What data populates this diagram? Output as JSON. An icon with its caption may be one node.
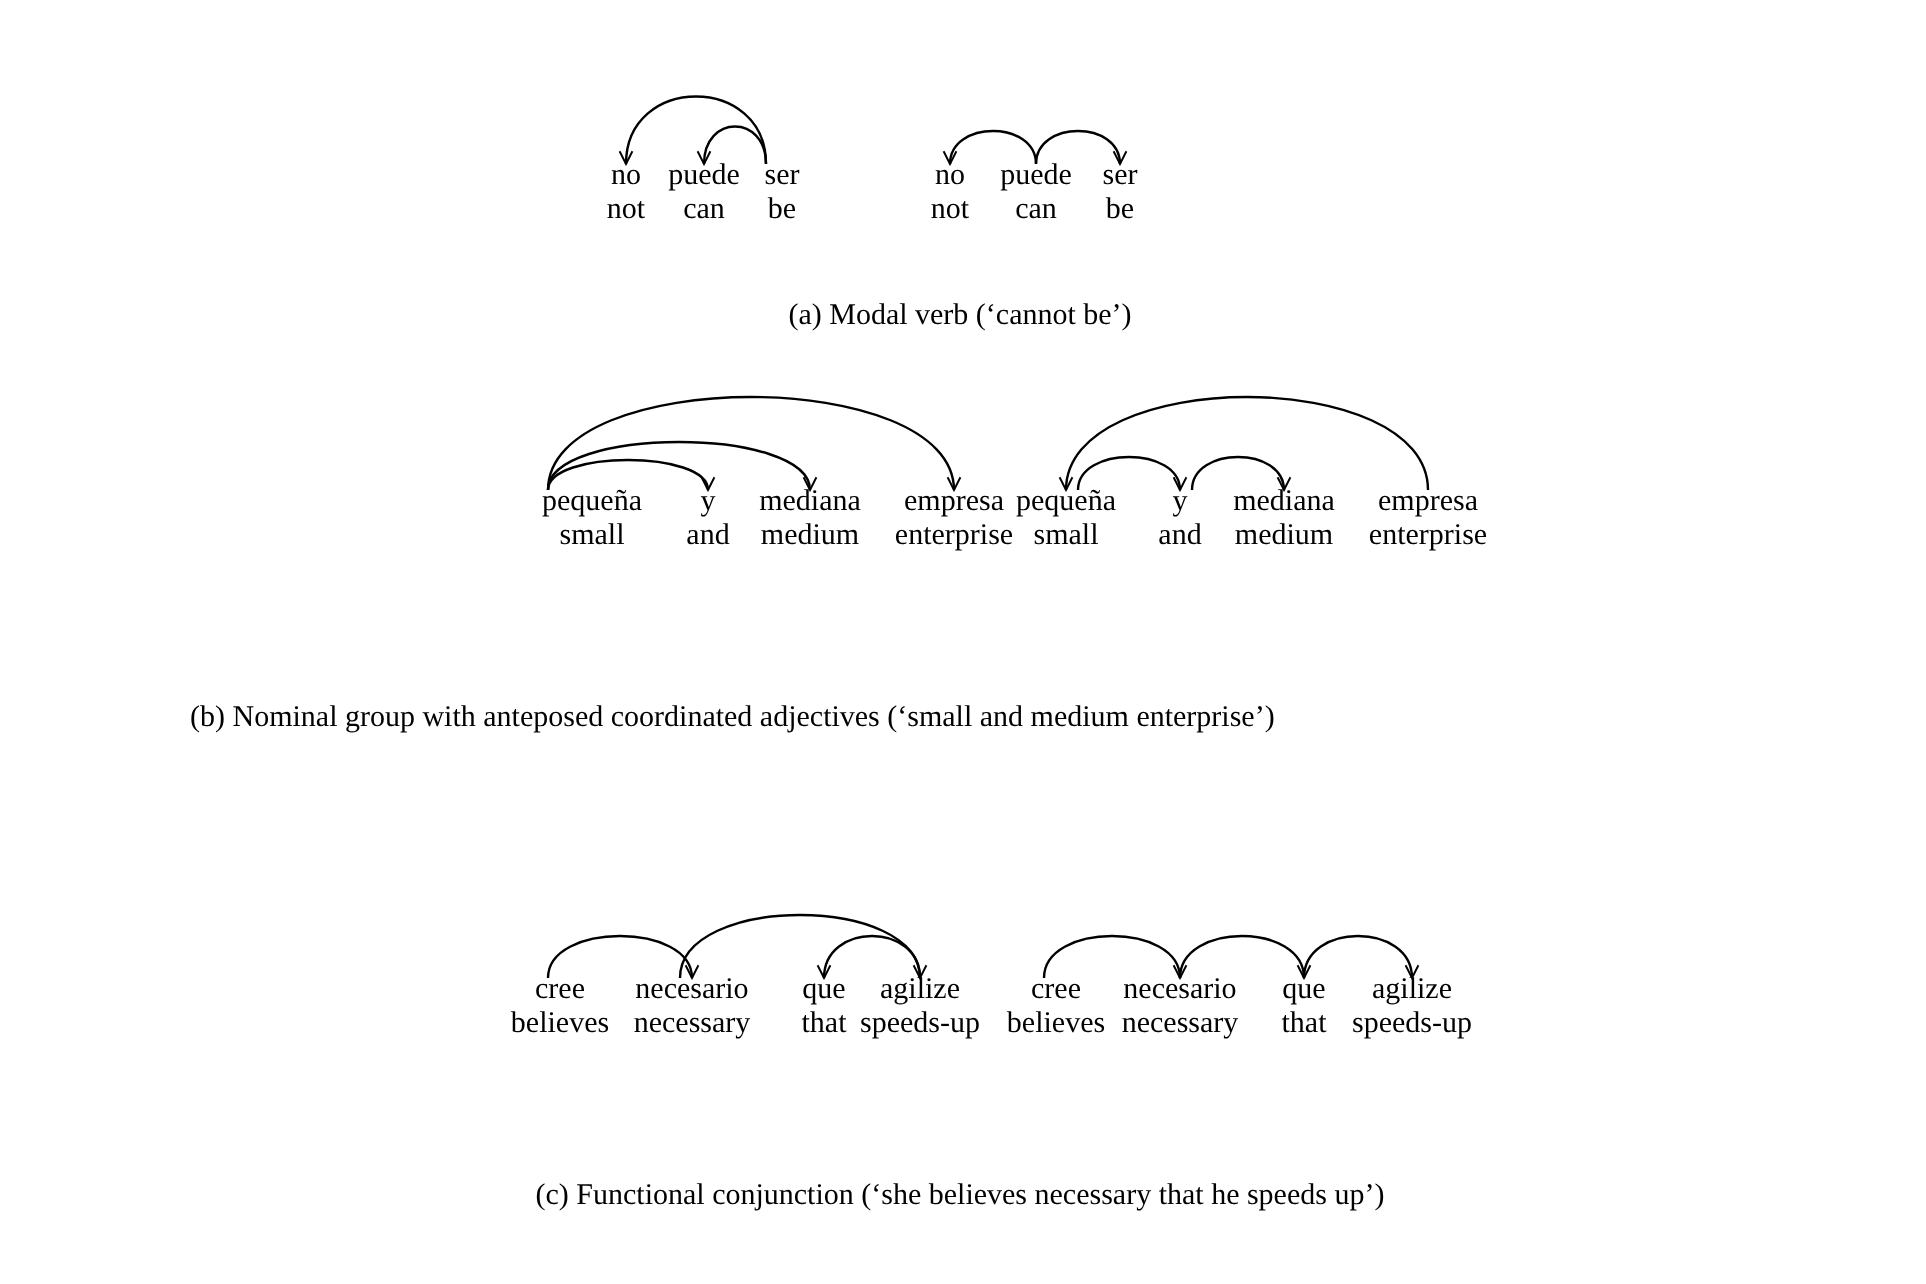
{
  "diagram": {
    "nodes": [
      {
        "text": [
          "no",
          "not"
        ]
      },
      {
        "text": [
          "puede",
          "can"
        ]
      },
      {
        "text": [
          "ser",
          "be"
        ]
      },
      {
        "text": [
          "no",
          "not"
        ]
      },
      {
        "text": [
          "puede",
          "can"
        ]
      },
      {
        "text": [
          "ser",
          "be"
        ]
      },
      {
        "text": [
          "pequeña",
          "small"
        ]
      },
      {
        "text": [
          "y",
          "and"
        ]
      },
      {
        "text": [
          "mediana",
          "medium"
        ]
      },
      {
        "text": [
          "empresa",
          "enterprise"
        ]
      },
      {
        "text": [
          "pequeña",
          "small"
        ]
      },
      {
        "text": [
          "y",
          "and"
        ]
      },
      {
        "text": [
          "mediana",
          "medium"
        ]
      },
      {
        "text": [
          "empresa",
          "enterprise"
        ]
      },
      {
        "text": [
          "cree",
          "believes"
        ]
      },
      {
        "text": [
          "necesario",
          "necessary"
        ]
      },
      {
        "text": [
          "que",
          "that"
        ]
      },
      {
        "text": [
          "agilize",
          "speeds-up"
        ]
      },
      {
        "text": [
          "cree",
          "believes"
        ]
      },
      {
        "text": [
          "necesario",
          "necessary"
        ]
      },
      {
        "text": [
          "que",
          "that"
        ]
      },
      {
        "text": [
          "agilize",
          "speeds-up"
        ]
      }
    ],
    "edges": [
      {
        "from": 2,
        "to": 0,
        "arrow": "to"
      },
      {
        "from": 2,
        "to": 1,
        "arrow": "to"
      },
      {
        "from": 4,
        "to": 3,
        "arrow": "to"
      },
      {
        "from": 4,
        "to": 5,
        "arrow": "to"
      },
      {
        "from": 6,
        "to": 7,
        "arrow": "to"
      },
      {
        "from": 6,
        "to": 8,
        "arrow": "to"
      },
      {
        "from": 6,
        "to": 9,
        "arrow": "to"
      },
      {
        "from": 13,
        "to": 10,
        "arrow": "to"
      },
      {
        "from": 10,
        "to": 11,
        "arrow": "to"
      },
      {
        "from": 11,
        "to": 12,
        "arrow": "to"
      },
      {
        "from": 14,
        "to": 15,
        "arrow": "to"
      },
      {
        "from": 15,
        "to": 17,
        "arrow": "to"
      },
      {
        "from": 17,
        "to": 16,
        "arrow": "to"
      },
      {
        "from": 18,
        "to": 19,
        "arrow": "to"
      },
      {
        "from": 19,
        "to": 20,
        "arrow": "to"
      },
      {
        "from": 20,
        "to": 21,
        "arrow": "to"
      }
    ],
    "labels": [
      "(a) Modal verb (‘cannot be’)",
      "(b) Nominal group with anteposed coordinated adjectives (‘small and medium enterprise’)",
      "(c) Functional conjunction (‘she believes necessary that he speeds up’)"
    ]
  }
}
